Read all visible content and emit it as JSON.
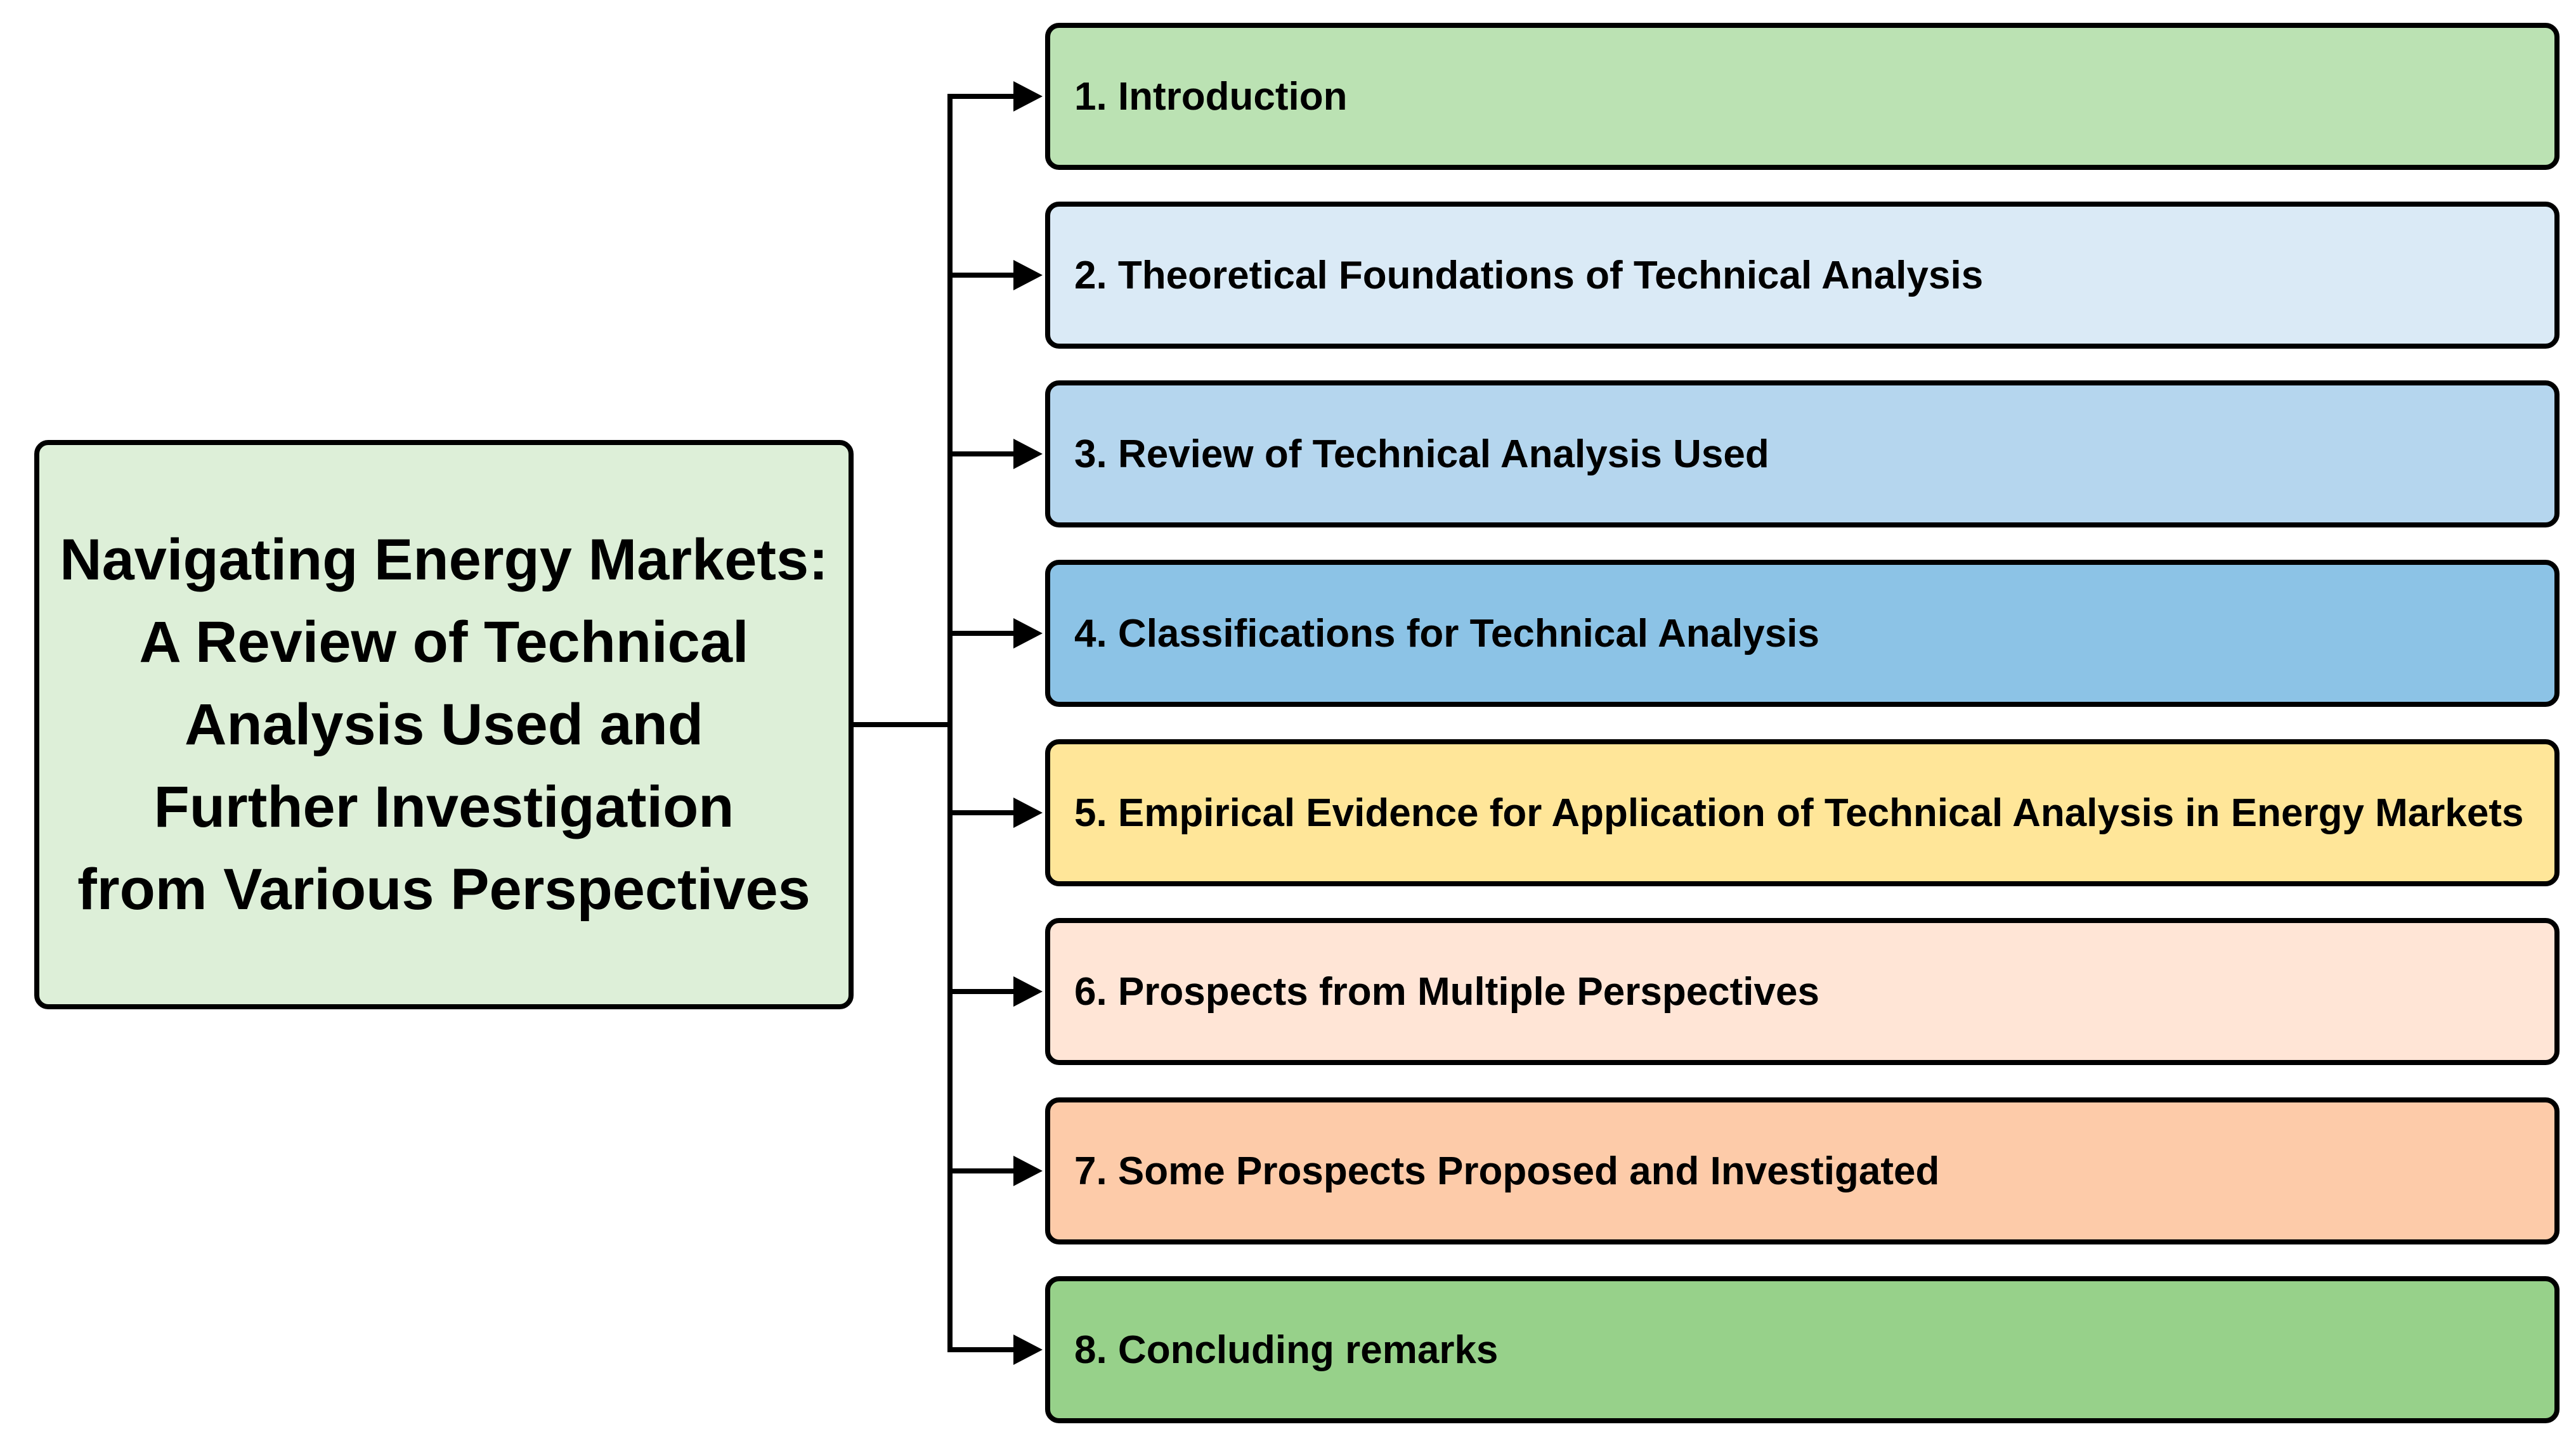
{
  "diagram": {
    "root": {
      "title": "Navigating Energy Markets:\nA Review of Technical\nAnalysis Used and\nFurther Investigation\nfrom Various Perspectives",
      "color": "#DDEFD8"
    },
    "sections": [
      {
        "label": "1. Introduction",
        "color": "#BBE2B3"
      },
      {
        "label": "2. Theoretical Foundations of Technical Analysis",
        "color": "#DAEAF6"
      },
      {
        "label": "3. Review of Technical Analysis Used",
        "color": "#B5D6EE"
      },
      {
        "label": "4. Classifications for Technical Analysis",
        "color": "#8CC3E6"
      },
      {
        "label": "5. Empirical Evidence for Application of Technical Analysis in Energy Markets",
        "color": "#FFE699"
      },
      {
        "label": "6. Prospects from Multiple Perspectives",
        "color": "#FFE5D6"
      },
      {
        "label": "7. Some Prospects Proposed and Investigated",
        "color": "#FDCBA9"
      },
      {
        "label": "8. Concluding remarks",
        "color": "#97D18A"
      }
    ],
    "line_color": "#000000"
  }
}
